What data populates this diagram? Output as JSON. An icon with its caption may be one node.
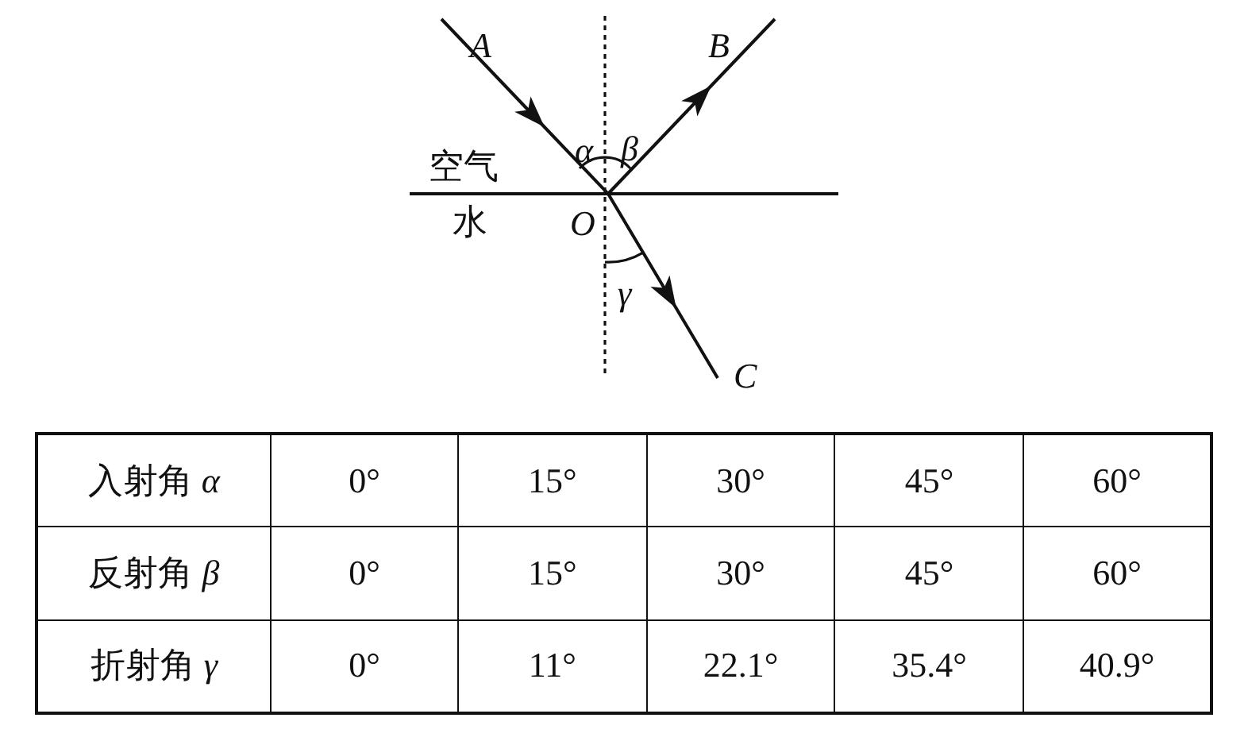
{
  "diagram": {
    "nodes": [
      {
        "text": [
          "A"
        ]
      },
      {
        "text": [
          "B"
        ]
      },
      {
        "text": [
          "C"
        ]
      },
      {
        "text": [
          "O"
        ]
      }
    ],
    "edges": [
      {
        "from": 0,
        "to": 3,
        "arrow": "to"
      },
      {
        "from": 3,
        "to": 1,
        "arrow": "to"
      },
      {
        "from": 3,
        "to": 2,
        "arrow": "to"
      }
    ],
    "labels": [
      "α",
      "β",
      "γ",
      "空气",
      "水",
      "入射角 *α*",
      "0°",
      "15°",
      "30°",
      "45°",
      "60°",
      "反射角 *β*",
      "0°",
      "15°",
      "30°",
      "45°",
      "60°",
      "折射角 *γ*",
      "0°",
      "11°",
      "22.1°",
      "35.4°",
      "40.9°"
    ]
  }
}
